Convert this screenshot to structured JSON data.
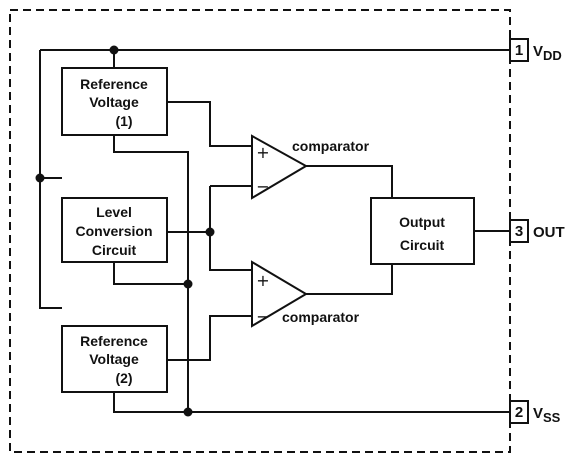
{
  "blocks": {
    "ref_voltage_1": {
      "line1": "Reference",
      "line2": "Voltage",
      "line3": "(1)"
    },
    "level_conversion": {
      "line1": "Level",
      "line2": "Conversion",
      "line3": "Circuit"
    },
    "ref_voltage_2": {
      "line1": "Reference",
      "line2": "Voltage",
      "line3": "(2)"
    },
    "output_circuit": {
      "line1": "Output",
      "line2": "Circuit"
    }
  },
  "comparators": {
    "top": {
      "label": "comparator",
      "plus": "+",
      "minus": "−"
    },
    "bottom": {
      "label": "comparator",
      "plus": "+",
      "minus": "−"
    }
  },
  "pins": {
    "vdd": {
      "number": "1",
      "name": "V",
      "sub": "DD"
    },
    "out": {
      "number": "3",
      "name": "OUT"
    },
    "vss": {
      "number": "2",
      "name": "V",
      "sub": "SS"
    }
  }
}
